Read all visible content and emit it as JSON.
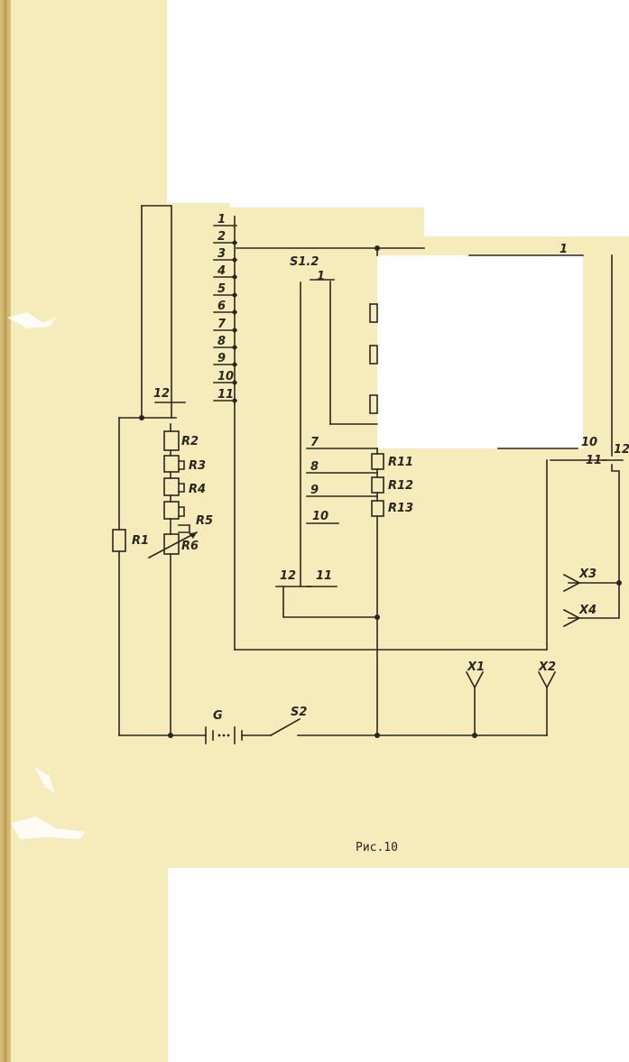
{
  "caption": "Рис.10",
  "switch_s11": {
    "contacts": [
      "1",
      "2",
      "3",
      "4",
      "5",
      "6",
      "7",
      "8",
      "9",
      "10",
      "11"
    ],
    "common": "12"
  },
  "switch_s12": {
    "label": "S1.2",
    "contacts": [
      "1",
      "7",
      "8",
      "9",
      "10"
    ],
    "common": "12",
    "extra": "11"
  },
  "switch_s13": {
    "contacts": [
      "1",
      "10",
      "11"
    ],
    "common": "12"
  },
  "resistors": {
    "r1": "R1",
    "r2": "R2",
    "r3": "R3",
    "r4": "R4",
    "r5": "R5",
    "r6": "R6",
    "r11": "R11",
    "r12": "R12",
    "r13": "R13"
  },
  "battery": "G",
  "switch_s2": "S2",
  "terminals": {
    "x1": "X1",
    "x2": "X2",
    "x3": "X3",
    "x4": "X4"
  },
  "colors": {
    "paper": "#f6ebbb",
    "ink": "#2a2620",
    "binding": "#c6a964"
  }
}
